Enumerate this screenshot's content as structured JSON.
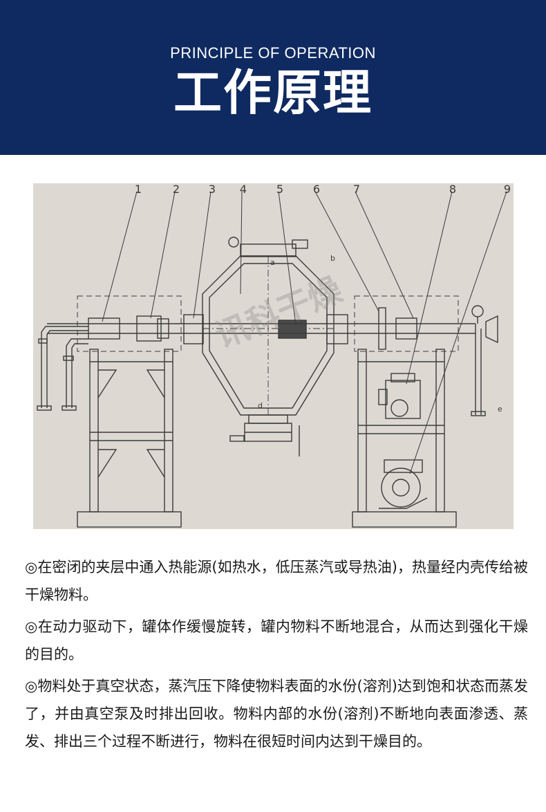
{
  "header": {
    "subtitle": "PRINCIPLE OF OPERATION",
    "title": "工作原理"
  },
  "diagram": {
    "callouts": [
      "1",
      "2",
      "3",
      "4",
      "5",
      "6",
      "7",
      "8",
      "9"
    ],
    "letters": [
      "a",
      "b",
      "d",
      "e"
    ],
    "watermark": "讯科干燥"
  },
  "description": {
    "paragraphs": [
      "◎在密闭的夹层中通入热能源(如热水，低压蒸汽或导热油)，热量经内壳传给被干燥物料。",
      "◎在动力驱动下，罐体作缓慢旋转，罐内物料不断地混合，从而达到强化干燥的目的。",
      "◎物料处于真空状态，蒸汽压下降使物料表面的水份(溶剂)达到饱和状态而蒸发了，并由真空泵及时排出回收。物料内部的水份(溶剂)不断地向表面渗透、蒸发、排出三个过程不断进行，物料在很短时间内达到干燥目的。"
    ]
  }
}
